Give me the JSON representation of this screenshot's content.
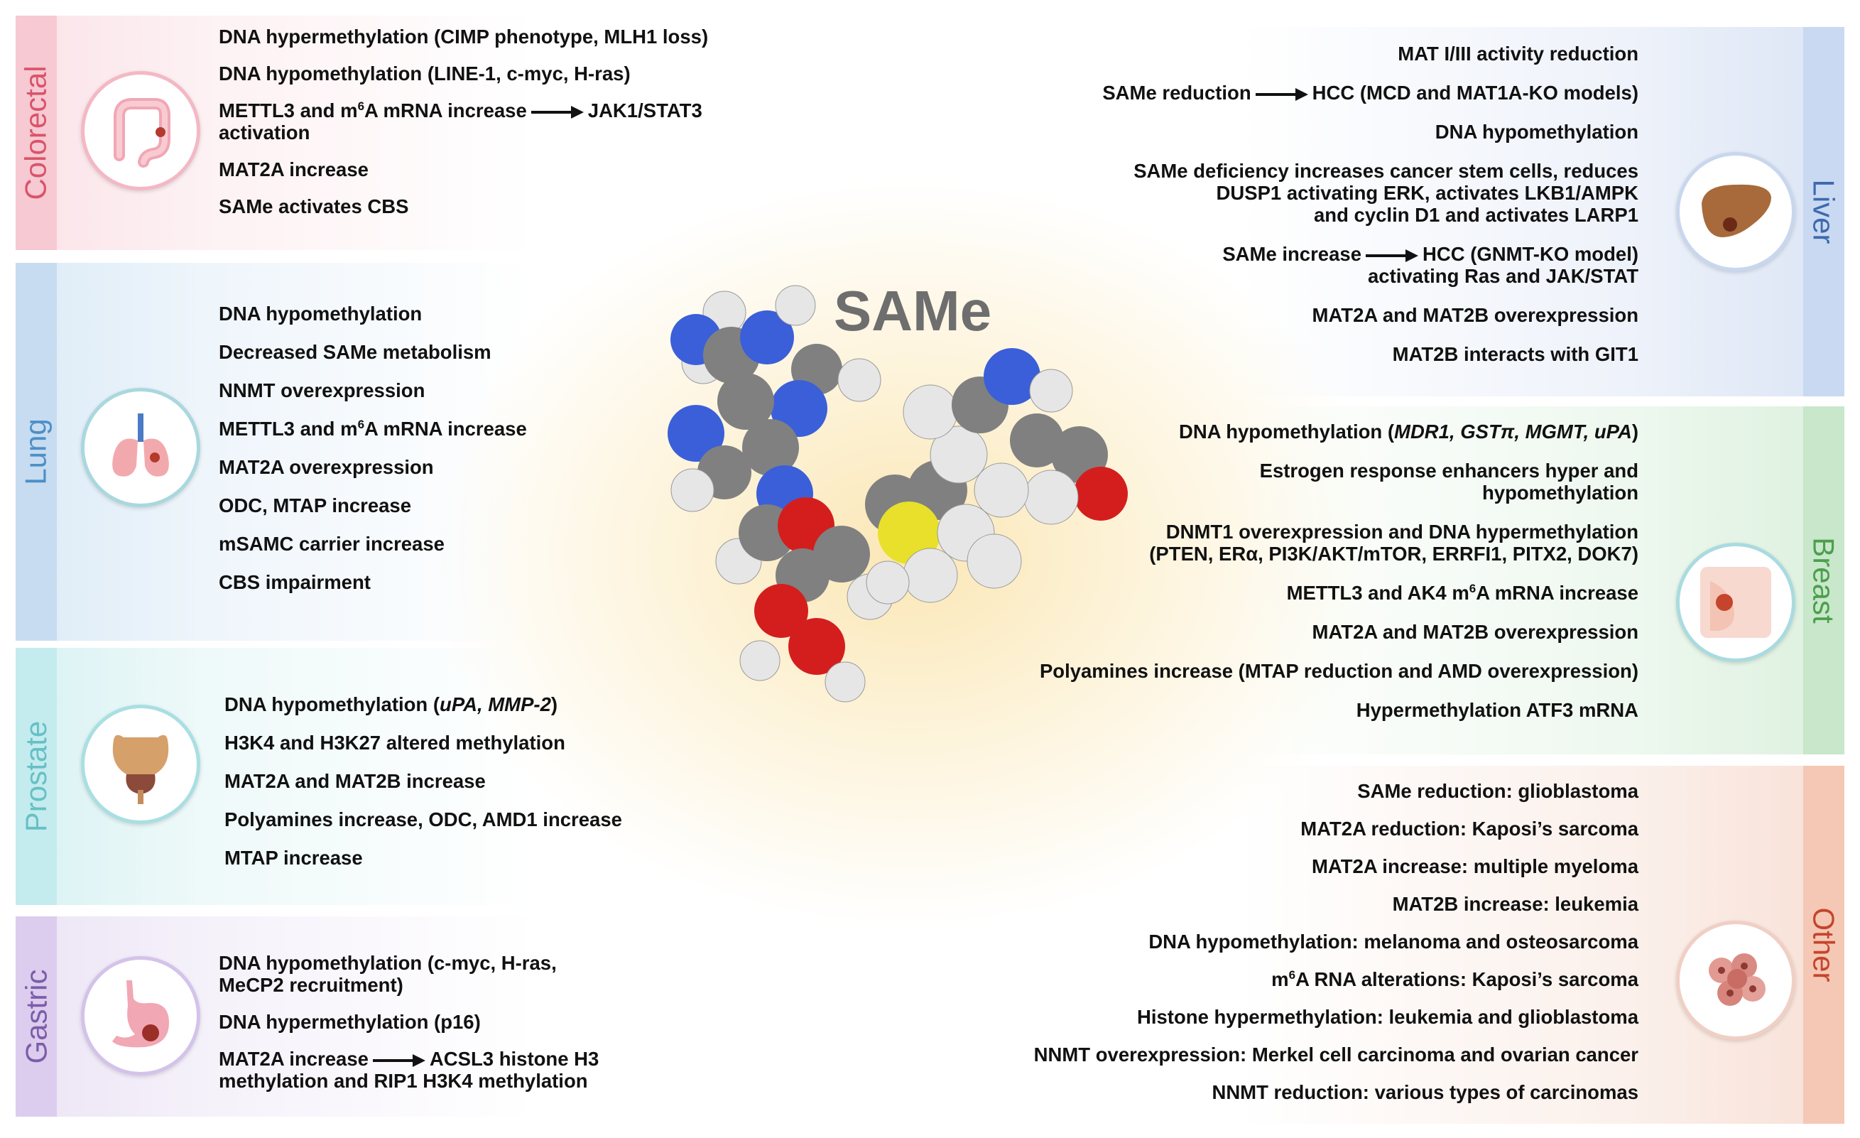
{
  "title": "SAMe",
  "colors": {
    "colorectal": "#d9546a",
    "lung": "#4c8fc8",
    "prostate": "#66c0c6",
    "gastric": "#7d5da8",
    "liver": "#3d6aae",
    "breast": "#4c9f4a",
    "other": "#c4452c"
  },
  "panels": {
    "colorectal": {
      "label": "Colorectal",
      "icon": "colon-icon",
      "items": [
        "DNA hypermethylation (CIMP phenotype, MLH1 loss)",
        "DNA hypomethylation (LINE-1, c-myc, H-ras)",
        {
          "a": "METTL3 and m",
          "sup": "6",
          "b": "A mRNA increase",
          "arrow_to": "JAK1/STAT3",
          "line2": "activation"
        },
        "MAT2A increase",
        "SAMe activates CBS"
      ]
    },
    "lung": {
      "label": "Lung",
      "icon": "lungs-icon",
      "items": [
        "DNA hypomethylation",
        "Decreased SAMe metabolism",
        "NNMT overexpression",
        {
          "a": "METTL3 and m",
          "sup": "6",
          "b": "A mRNA increase"
        },
        "MAT2A overexpression",
        "ODC, MTAP increase",
        "mSAMC carrier increase",
        "CBS impairment"
      ]
    },
    "prostate": {
      "label": "Prostate",
      "icon": "prostate-icon",
      "items": [
        {
          "a": "DNA hypomethylation (",
          "italic": "uPA, MMP-2",
          "b": ")"
        },
        "H3K4 and H3K27 altered methylation",
        "MAT2A and MAT2B increase",
        "Polyamines increase, ODC, AMD1 increase",
        "MTAP increase"
      ]
    },
    "gastric": {
      "label": "Gastric",
      "icon": "stomach-icon",
      "items": [
        {
          "line1": "DNA hypomethylation (c-myc, H-ras,",
          "line2": "MeCP2 recruitment)"
        },
        "DNA hypermethylation (p16)",
        {
          "a": "MAT2A increase",
          "arrow_to": "ACSL3 histone H3",
          "line2": "methylation and RIP1 H3K4 methylation"
        }
      ]
    },
    "liver": {
      "label": "Liver",
      "icon": "liver-icon",
      "items": [
        "MAT I/III activity reduction",
        {
          "a": "SAMe reduction",
          "arrow_to": "HCC (MCD and MAT1A-KO models)"
        },
        "DNA hypomethylation",
        {
          "line1": "SAMe deficiency increases cancer stem cells, reduces",
          "line2": "DUSP1 activating ERK, activates LKB1/AMPK",
          "line3": "and cyclin D1 and activates LARP1"
        },
        {
          "a": "SAMe increase",
          "arrow_to": "HCC (GNMT-KO model)",
          "line2": "activating Ras and JAK/STAT"
        },
        "MAT2A and MAT2B overexpression",
        "MAT2B interacts with GIT1"
      ]
    },
    "breast": {
      "label": "Breast",
      "icon": "breast-icon",
      "items": [
        {
          "a": "DNA hypomethylation (",
          "italic": "MDR1, GSTπ, MGMT, uPA",
          "b": ")"
        },
        {
          "line1": "Estrogen response enhancers hyper and",
          "line2": "hypomethylation"
        },
        {
          "line1": "DNMT1 overexpression and DNA hypermethylation",
          "line2": "(PTEN, ERα, PI3K/AKT/mTOR, ERRFI1, PITX2, DOK7)"
        },
        {
          "a": "METTL3 and AK4 m",
          "sup": "6",
          "b": "A mRNA increase"
        },
        "MAT2A and MAT2B overexpression",
        "Polyamines increase (MTAP reduction and AMD overexpression)",
        "Hypermethylation ATF3 mRNA"
      ]
    },
    "other": {
      "label": "Other",
      "icon": "tumor-cells-icon",
      "items": [
        "SAMe reduction: glioblastoma",
        "MAT2A reduction: Kaposi’s sarcoma",
        "MAT2A increase: multiple myeloma",
        "MAT2B increase: leukemia",
        "DNA hypomethylation: melanoma and osteosarcoma",
        {
          "a": "m",
          "sup": "6",
          "b": "A RNA alterations: Kaposi’s sarcoma"
        },
        "Histone hypermethylation: leukemia and glioblastoma",
        "NNMT overexpression: Merkel cell carcinoma and ovarian cancer",
        "NNMT reduction: various types of carcinomas"
      ]
    }
  }
}
